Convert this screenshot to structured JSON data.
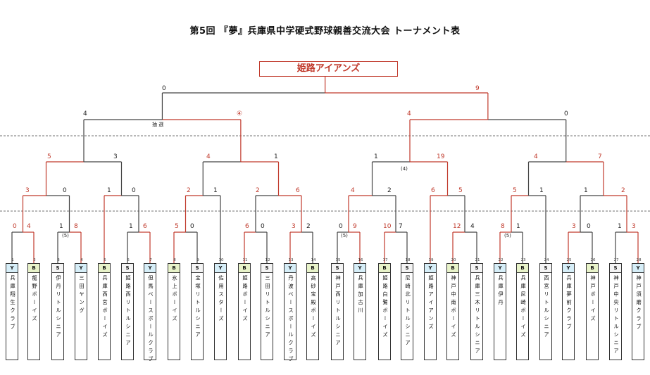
{
  "title": "第5回 『夢』兵庫県中学硬式野球親善交流大会 トーナメント表",
  "champion": "姫路アイアンズ",
  "lottery_note": "抽 選",
  "colors": {
    "winner_line": "#c0392b",
    "loser_line": "#444444",
    "league_Y": "#d6eef8",
    "league_B": "#e8f3c9",
    "league_S": "#f4f4f4"
  },
  "teams": [
    {
      "num": "1",
      "league": "Y",
      "name": "兵庫翔生クラブ"
    },
    {
      "num": "2",
      "league": "B",
      "name": "龍野ボーイズ"
    },
    {
      "num": "3",
      "league": "S",
      "name": "伊丹リトルシニア"
    },
    {
      "num": "4",
      "league": "Y",
      "name": "三田ヤング"
    },
    {
      "num": "5",
      "league": "B",
      "name": "兵庫西宮ボーイズ"
    },
    {
      "num": "6",
      "league": "S",
      "name": "姫路西リトルシニア"
    },
    {
      "num": "7",
      "league": "Y",
      "name": "但馬ベースボールクラブ"
    },
    {
      "num": "8",
      "league": "B",
      "name": "氷上ボーイズ"
    },
    {
      "num": "9",
      "league": "S",
      "name": "宝塚リトルシニア"
    },
    {
      "num": "10",
      "league": "Y",
      "name": "佐用スターズ"
    },
    {
      "num": "11",
      "league": "B",
      "name": "姫路ボーイズ"
    },
    {
      "num": "12",
      "league": "S",
      "name": "三田リトルシニア"
    },
    {
      "num": "13",
      "league": "Y",
      "name": "丹波ベースボールクラブ"
    },
    {
      "num": "14",
      "league": "B",
      "name": "高砂宝殿ボーイズ"
    },
    {
      "num": "15",
      "league": "S",
      "name": "神戸西リトルシニア"
    },
    {
      "num": "16",
      "league": "Y",
      "name": "兵庫加古川"
    },
    {
      "num": "17",
      "league": "B",
      "name": "姫路白鷺ボーイズ"
    },
    {
      "num": "18",
      "league": "S",
      "name": "尼崎北リトルシニア"
    },
    {
      "num": "19",
      "league": "Y",
      "name": "姫路アイアンズ"
    },
    {
      "num": "20",
      "league": "B",
      "name": "神戸中南ボーイズ"
    },
    {
      "num": "21",
      "league": "S",
      "name": "兵庫三木リトルシニア"
    },
    {
      "num": "22",
      "league": "Y",
      "name": "兵庫伊丹"
    },
    {
      "num": "23",
      "league": "B",
      "name": "兵庫尼崎ボーイズ"
    },
    {
      "num": "24",
      "league": "S",
      "name": "西宮リトルシニア"
    },
    {
      "num": "25",
      "league": "Y",
      "name": "兵庫夢前クラブ"
    },
    {
      "num": "26",
      "league": "B",
      "name": "神戸ボーイズ"
    },
    {
      "num": "27",
      "league": "S",
      "name": "神戸中央リトルシニア"
    },
    {
      "num": "28",
      "league": "Y",
      "name": "神戸須磨クラブ"
    }
  ],
  "scores": [
    {
      "text": "0",
      "c": "r"
    },
    {
      "text": "4",
      "c": "r"
    },
    {
      "text": "1",
      "c": "b"
    },
    {
      "text": "8",
      "c": "r"
    },
    {
      "text": "1",
      "c": "b"
    },
    {
      "text": "6",
      "c": "r"
    },
    {
      "text": "5",
      "c": "r"
    },
    {
      "text": "0",
      "c": "b"
    },
    {
      "text": "6",
      "c": "r"
    },
    {
      "text": "0",
      "c": "b"
    },
    {
      "text": "3",
      "c": "r"
    },
    {
      "text": "2",
      "c": "b"
    },
    {
      "text": "0",
      "c": "b"
    },
    {
      "text": "9",
      "c": "r"
    },
    {
      "text": "10",
      "c": "r"
    },
    {
      "text": "7",
      "c": "b"
    },
    {
      "text": "12",
      "c": "r"
    },
    {
      "text": "4",
      "c": "b"
    },
    {
      "text": "8",
      "c": "r"
    },
    {
      "text": "1",
      "c": "b"
    },
    {
      "text": "3",
      "c": "r"
    },
    {
      "text": "0",
      "c": "b"
    },
    {
      "text": "1",
      "c": "b"
    },
    {
      "text": "3",
      "c": "r"
    },
    {
      "text": "3",
      "c": "r"
    },
    {
      "text": "0",
      "c": "b"
    },
    {
      "text": "1",
      "c": "b"
    },
    {
      "text": "0",
      "c": "b"
    },
    {
      "text": "2",
      "c": "r"
    },
    {
      "text": "1",
      "c": "b"
    },
    {
      "text": "2",
      "c": "r"
    },
    {
      "text": "6",
      "c": "r"
    },
    {
      "text": "4",
      "c": "r"
    },
    {
      "text": "2",
      "c": "b"
    },
    {
      "text": "6",
      "c": "r"
    },
    {
      "text": "5",
      "c": "r"
    },
    {
      "text": "5",
      "c": "r"
    },
    {
      "text": "1",
      "c": "b"
    },
    {
      "text": "1",
      "c": "b"
    },
    {
      "text": "2",
      "c": "r"
    },
    {
      "text": "5",
      "c": "r"
    },
    {
      "text": "3",
      "c": "b"
    },
    {
      "text": "4",
      "c": "r"
    },
    {
      "text": "1",
      "c": "b"
    },
    {
      "text": "1",
      "c": "b"
    },
    {
      "text": "19",
      "c": "r"
    },
    {
      "text": "4",
      "c": "r"
    },
    {
      "text": "7",
      "c": "r"
    },
    {
      "text": "4",
      "c": "b"
    },
    {
      "text": "④",
      "c": "r"
    },
    {
      "text": "4",
      "c": "r"
    },
    {
      "text": "0",
      "c": "b"
    },
    {
      "text": "0",
      "c": "b"
    },
    {
      "text": "9",
      "c": "r"
    }
  ],
  "notes": [
    "(5)",
    "(5)",
    "(4)",
    "(5)"
  ]
}
